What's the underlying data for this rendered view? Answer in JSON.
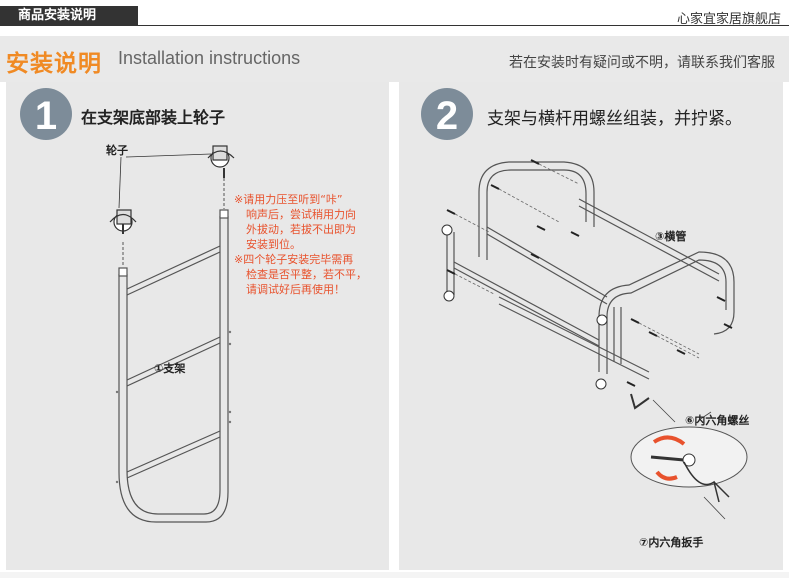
{
  "header": {
    "tab_label": "商品安装说明",
    "store_name": "心家宜家居旗舰店"
  },
  "banner": {
    "title_cn": "安装说明",
    "title_en": "Installation instructions",
    "help_text": "若在安装时有疑问或不明，请联系我们客服"
  },
  "step1": {
    "number": "1",
    "title": "在支架底部装上轮子",
    "wheel_label": "轮子",
    "stand_label": "①支架",
    "notes": [
      "※请用力压至听到“咔”",
      "响声后，尝试稍用力向",
      "外拔动，若拔不出即为",
      "安装到位。",
      "※四个轮子安装完毕需再",
      "检查是否平整，若不平，",
      "请调试好后再使用！"
    ]
  },
  "step2": {
    "number": "2",
    "title": "支架与横杆用螺丝组装，并拧紧。",
    "crossbar_label": "③横管",
    "screw_label": "⑥内六角螺丝",
    "wrench_label": "⑦内六角扳手"
  },
  "colors": {
    "accent": "#f08a24",
    "note_red": "#e8522d",
    "step_circle": "#7d8c99",
    "panel_bg": "#e8e8e8"
  }
}
